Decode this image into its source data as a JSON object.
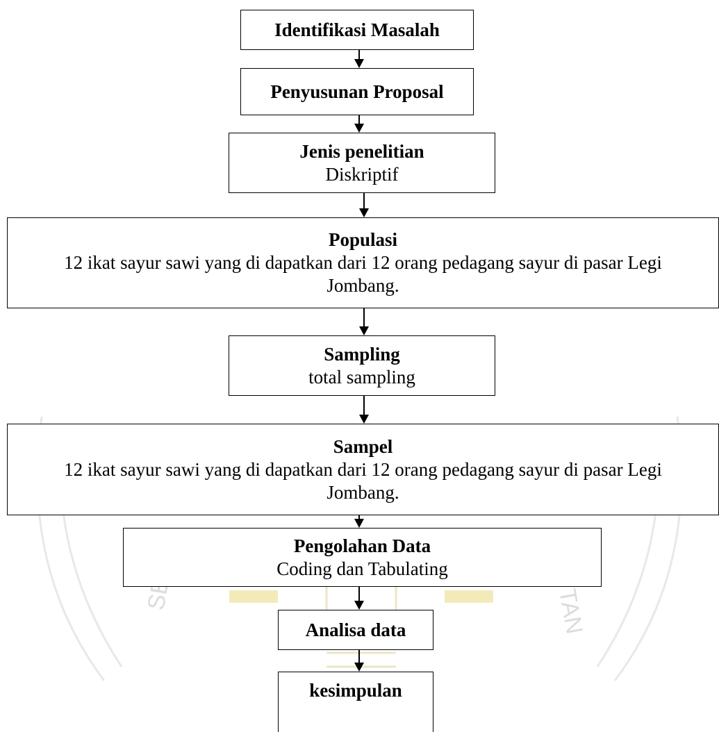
{
  "colors": {
    "border": "#000000",
    "watermark_line": "#e6e6e6",
    "watermark_gold": "#efe6a8"
  },
  "steps": [
    {
      "title": "Identifikasi Masalah"
    },
    {
      "title": "Penyusunan Proposal"
    },
    {
      "title": "Jenis penelitian",
      "desc": "Diskriptif"
    },
    {
      "title": "Populasi",
      "desc": "12 ikat sayur sawi  yang di dapatkan dari 12 orang pedagang sayur di pasar Legi Jombang."
    },
    {
      "title": "Sampling",
      "desc": "total sampling"
    },
    {
      "title": "Sampel",
      "desc": "12 ikat sayur sawi  yang di dapatkan dari 12 orang pedagang sayur di pasar Legi Jombang."
    },
    {
      "title": "Pengolahan Data",
      "desc": "Coding dan Tabulating"
    },
    {
      "title": "Analisa data"
    },
    {
      "title": "kesimpulan"
    }
  ]
}
